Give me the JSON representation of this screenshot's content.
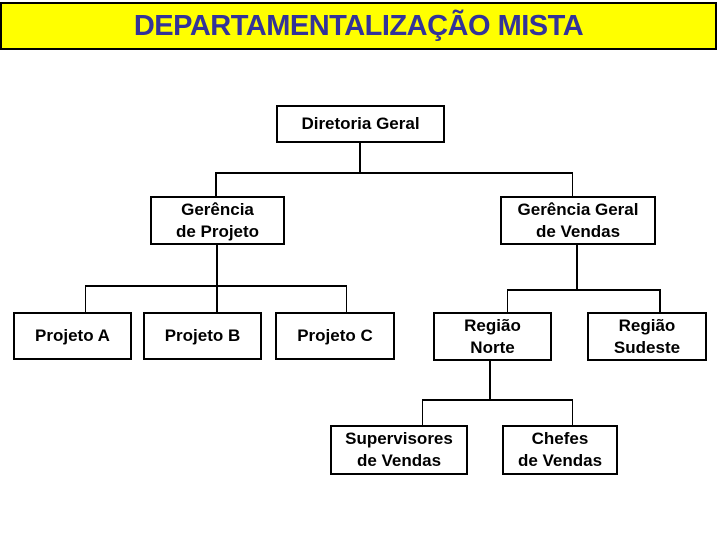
{
  "title": "DEPARTAMENTALIZAÇÃO MISTA",
  "colors": {
    "banner_bg": "#FFFF00",
    "banner_text": "#333399",
    "box_bg": "#FFFFFF",
    "box_border": "#000000",
    "box_text": "#000000",
    "line": "#000000",
    "page_bg": "#FFFFFF"
  },
  "org_chart": {
    "nodes": {
      "diretoria": {
        "label": "Diretoria Geral"
      },
      "gerencia_projeto": {
        "label": "Gerência\nde Projeto"
      },
      "gerencia_vendas": {
        "label": "Gerência Geral\nde Vendas"
      },
      "projeto_a": {
        "label": "Projeto A"
      },
      "projeto_b": {
        "label": "Projeto B"
      },
      "projeto_c": {
        "label": "Projeto C"
      },
      "regiao_norte": {
        "label": "Região\nNorte"
      },
      "regiao_sudeste": {
        "label": "Região\nSudeste"
      },
      "supervisores_vendas": {
        "label": "Supervisores\nde Vendas"
      },
      "chefes_vendas": {
        "label": "Chefes\nde Vendas"
      }
    }
  }
}
